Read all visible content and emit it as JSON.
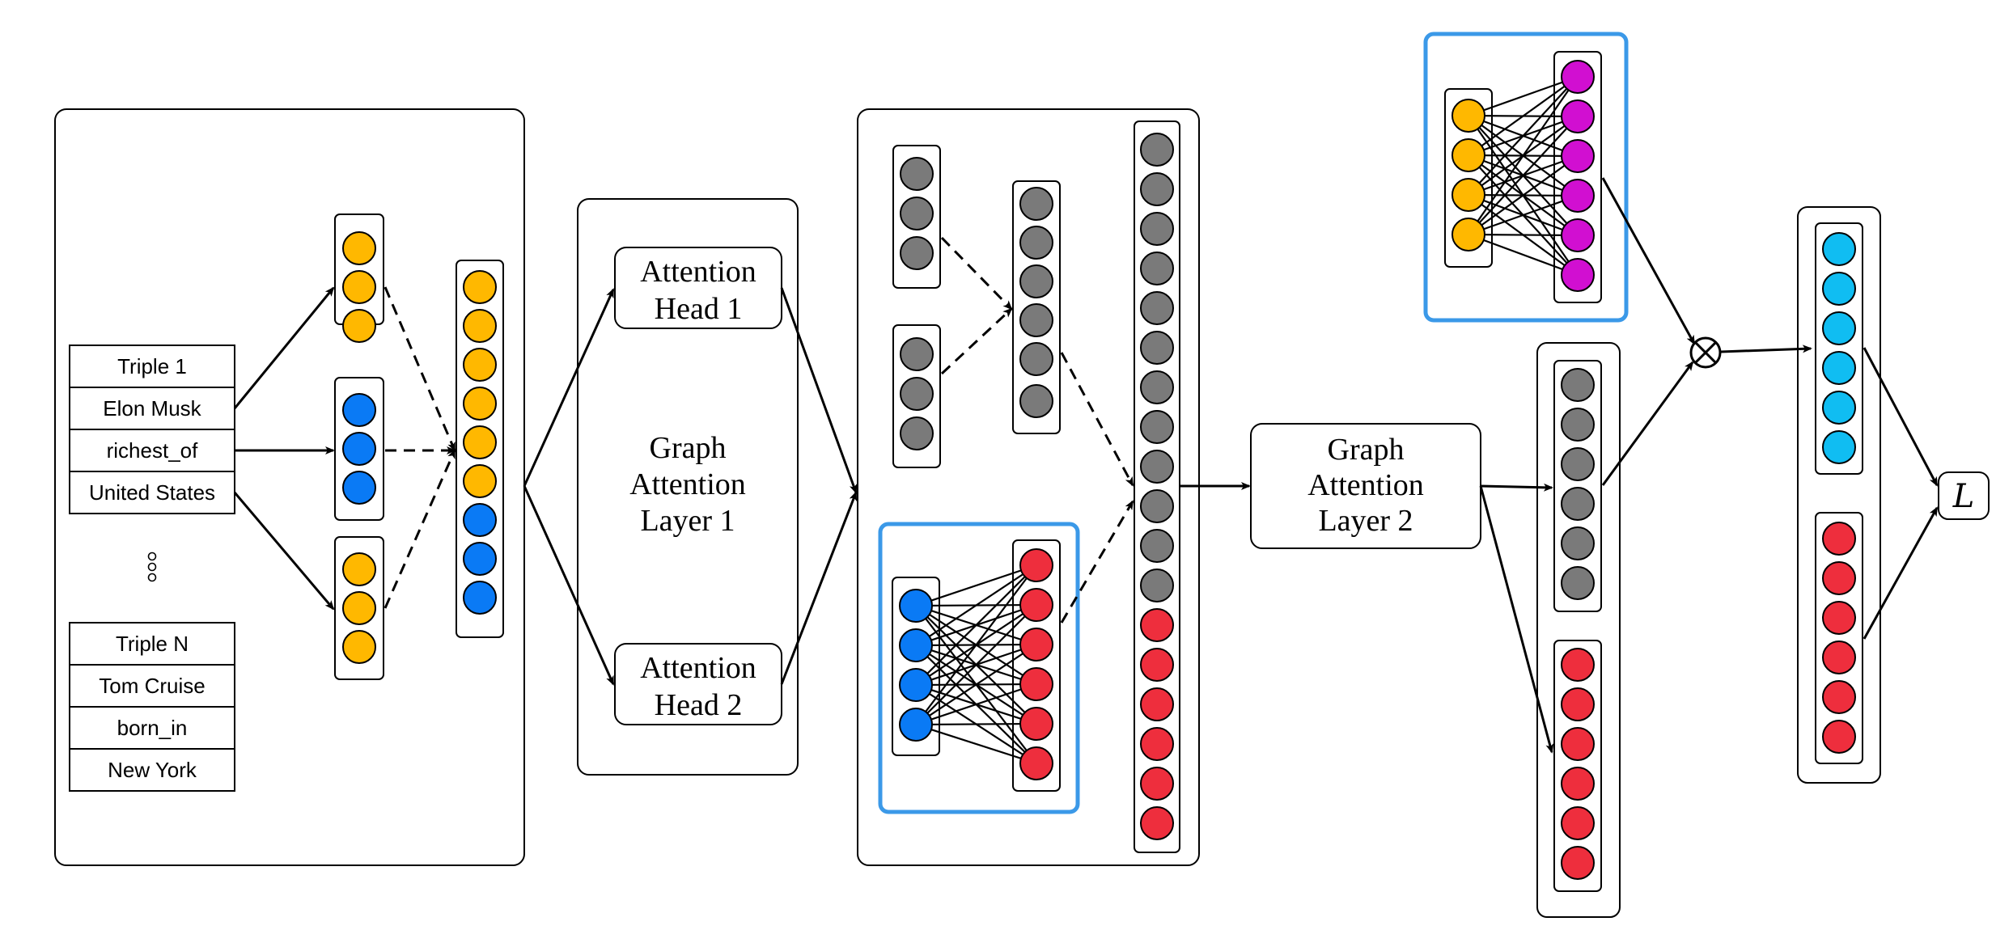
{
  "triples_1": {
    "header": "Triple 1",
    "head": "Elon Musk",
    "relation": "richest_of",
    "tail": "United States"
  },
  "triples_n": {
    "header": "Triple N",
    "head": "Tom Cruise",
    "relation": "born_in",
    "tail": "New York"
  },
  "gat1": {
    "head1": [
      "Attention",
      "Head 1"
    ],
    "head2": [
      "Attention",
      "Head 2"
    ],
    "title": [
      "Graph",
      "Attention",
      "Layer 1"
    ]
  },
  "gat2": {
    "title": [
      "Graph",
      "Attention",
      "Layer 2"
    ]
  },
  "loss_symbol": "L",
  "product_symbol": "⊗",
  "colors": {
    "orange": "#FFB800",
    "blue": "#0A7AF5",
    "gray": "#7A7A7A",
    "red": "#EE2E3D",
    "magenta": "#D10FD1",
    "cyan": "#10BDF2",
    "highlight": "#3B99E8"
  }
}
